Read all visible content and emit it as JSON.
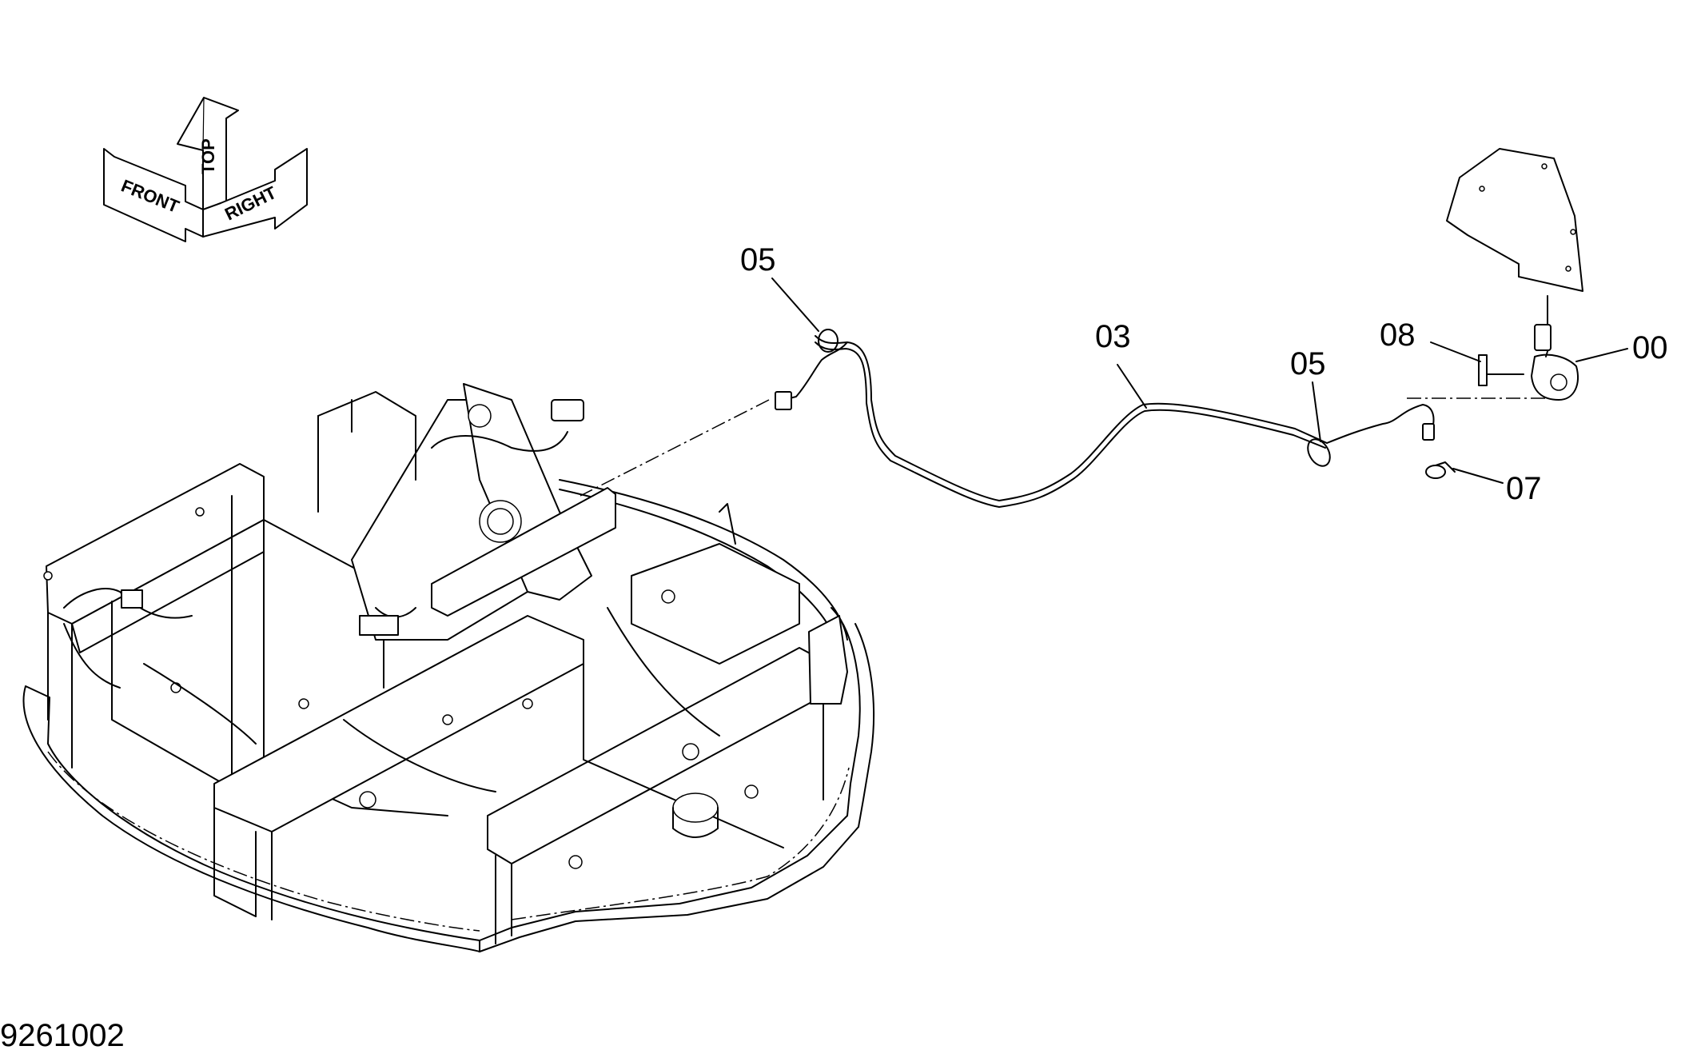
{
  "orientation": {
    "labels": [
      "TOP",
      "FRONT",
      "RIGHT"
    ]
  },
  "callouts": [
    {
      "id": "c05a",
      "label": "05"
    },
    {
      "id": "c03",
      "label": "03"
    },
    {
      "id": "c05b",
      "label": "05"
    },
    {
      "id": "c08",
      "label": "08"
    },
    {
      "id": "c00",
      "label": "00"
    },
    {
      "id": "c07",
      "label": "07"
    }
  ],
  "drawing_id": "9261002",
  "colors": {
    "line": "#000000",
    "background": "#ffffff"
  }
}
